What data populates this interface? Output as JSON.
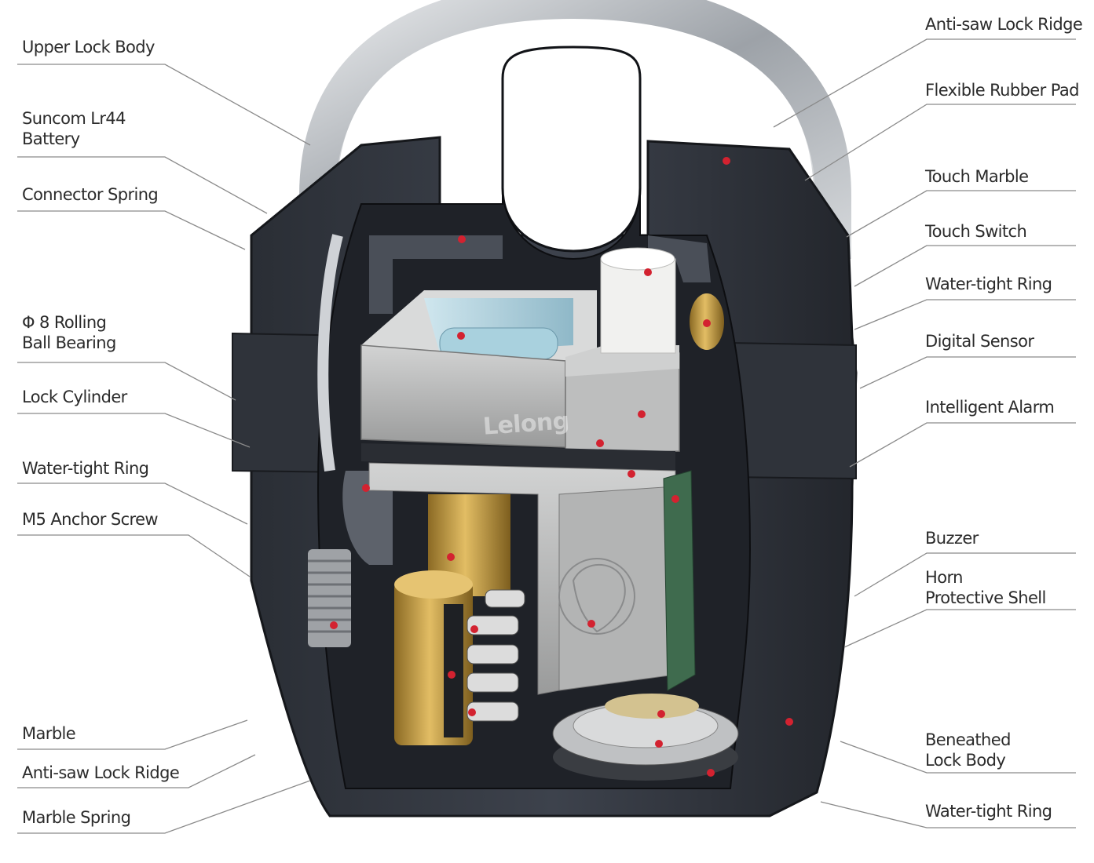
{
  "colors": {
    "body_dark": "#2c3038",
    "body_mid": "#3c414b",
    "shackle": "#b9bdc2",
    "interior": "#1d2026",
    "silver": "#b7b8b8",
    "brass": "#c8a04a",
    "leader": "#8a8a8a",
    "dot": "#d32230",
    "label": "#2b2b2b"
  },
  "watermark": "Lelong",
  "labels_left": [
    {
      "id": "upper-lock-body",
      "text": "Upper Lock Body"
    },
    {
      "id": "suncom-battery",
      "text": "Suncom Lr44\nBattery"
    },
    {
      "id": "connector-spring",
      "text": "Connector Spring"
    },
    {
      "id": "rolling-ball-bearing",
      "text": "Φ 8 Rolling\nBall Bearing"
    },
    {
      "id": "lock-cylinder",
      "text": "Lock Cylinder"
    },
    {
      "id": "water-tight-ring-left",
      "text": "Water-tight Ring"
    },
    {
      "id": "m5-anchor-screw",
      "text": "M5 Anchor Screw"
    },
    {
      "id": "marble",
      "text": "Marble"
    },
    {
      "id": "anti-saw-lock-ridge-left",
      "text": "Anti-saw Lock Ridge"
    },
    {
      "id": "marble-spring",
      "text": "Marble Spring"
    }
  ],
  "labels_right": [
    {
      "id": "anti-saw-lock-ridge-right",
      "text": "Anti-saw Lock Ridge"
    },
    {
      "id": "flexible-rubber-pad",
      "text": "Flexible Rubber Pad"
    },
    {
      "id": "touch-marble",
      "text": "Touch Marble"
    },
    {
      "id": "touch-switch",
      "text": "Touch Switch"
    },
    {
      "id": "water-tight-ring-right",
      "text": "Water-tight Ring"
    },
    {
      "id": "digital-sensor",
      "text": "Digital Sensor"
    },
    {
      "id": "intelligent-alarm",
      "text": "Intelligent Alarm"
    },
    {
      "id": "buzzer",
      "text": "Buzzer"
    },
    {
      "id": "horn-protective-shell",
      "text": "Horn\nProtective Shell"
    },
    {
      "id": "beneathed-lock-body",
      "text": "Beneathed\nLock Body"
    },
    {
      "id": "water-tight-ring-bottom",
      "text": "Water-tight Ring"
    }
  ]
}
